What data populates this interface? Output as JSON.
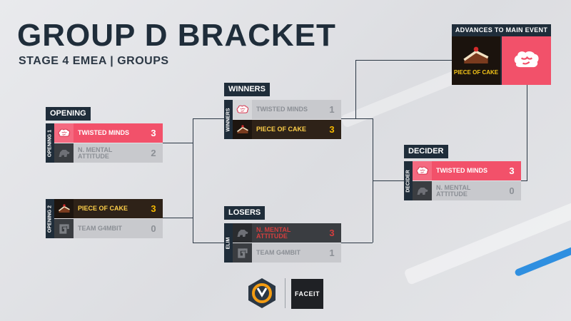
{
  "header": {
    "title": "GROUP D BRACKET",
    "subtitle": "STAGE 4 EMEA | GROUPS"
  },
  "stages": {
    "opening": "OPENING",
    "winners": "WINNERS",
    "losers": "LOSERS",
    "decider": "DECIDER"
  },
  "matches": {
    "opening1": {
      "tab": "OPENING 1",
      "teams": [
        {
          "name": "TWISTED MINDS",
          "score": "3",
          "logo": "brain-icon"
        },
        {
          "name": "N. MENTAL ATTITUDE",
          "score": "2",
          "logo": "bear-icon"
        }
      ]
    },
    "opening2": {
      "tab": "OPENING 2",
      "teams": [
        {
          "name": "PIECE OF CAKE",
          "score": "3",
          "logo": "cake-icon"
        },
        {
          "name": "TEAM G4MBIT",
          "score": "0",
          "logo": "g4-icon"
        }
      ]
    },
    "winners": {
      "tab": "WINNERS",
      "teams": [
        {
          "name": "TWISTED MINDS",
          "score": "1",
          "logo": "brain-icon"
        },
        {
          "name": "PIECE OF CAKE",
          "score": "3",
          "logo": "cake-icon"
        }
      ]
    },
    "elim": {
      "tab": "ELIM",
      "teams": [
        {
          "name": "N. MENTAL ATTITUDE",
          "score": "3",
          "logo": "bear-icon"
        },
        {
          "name": "TEAM G4MBIT",
          "score": "1",
          "logo": "g4-icon"
        }
      ]
    },
    "decider": {
      "tab": "DECIDER",
      "teams": [
        {
          "name": "TWISTED MINDS",
          "score": "3",
          "logo": "brain-icon"
        },
        {
          "name": "N. MENTAL ATTITUDE",
          "score": "0",
          "logo": "bear-icon"
        }
      ]
    }
  },
  "advances": {
    "title": "ADVANCES TO MAIN EVENT",
    "team1_logo_text": "PIECE OF CAKE",
    "team2_logo": "brain-icon"
  },
  "footer": {
    "brand1": "overwatch-logo",
    "brand2": "FACEIT"
  },
  "colors": {
    "dark_navy": "#1f2d3a",
    "pink": "#f2516a",
    "dark_brown": "#2e2218",
    "gold": "#f5b800",
    "loser_gray": "#c8c9cd",
    "elim_red": "#d43e3e",
    "accent_blue": "#2f8fe0"
  }
}
